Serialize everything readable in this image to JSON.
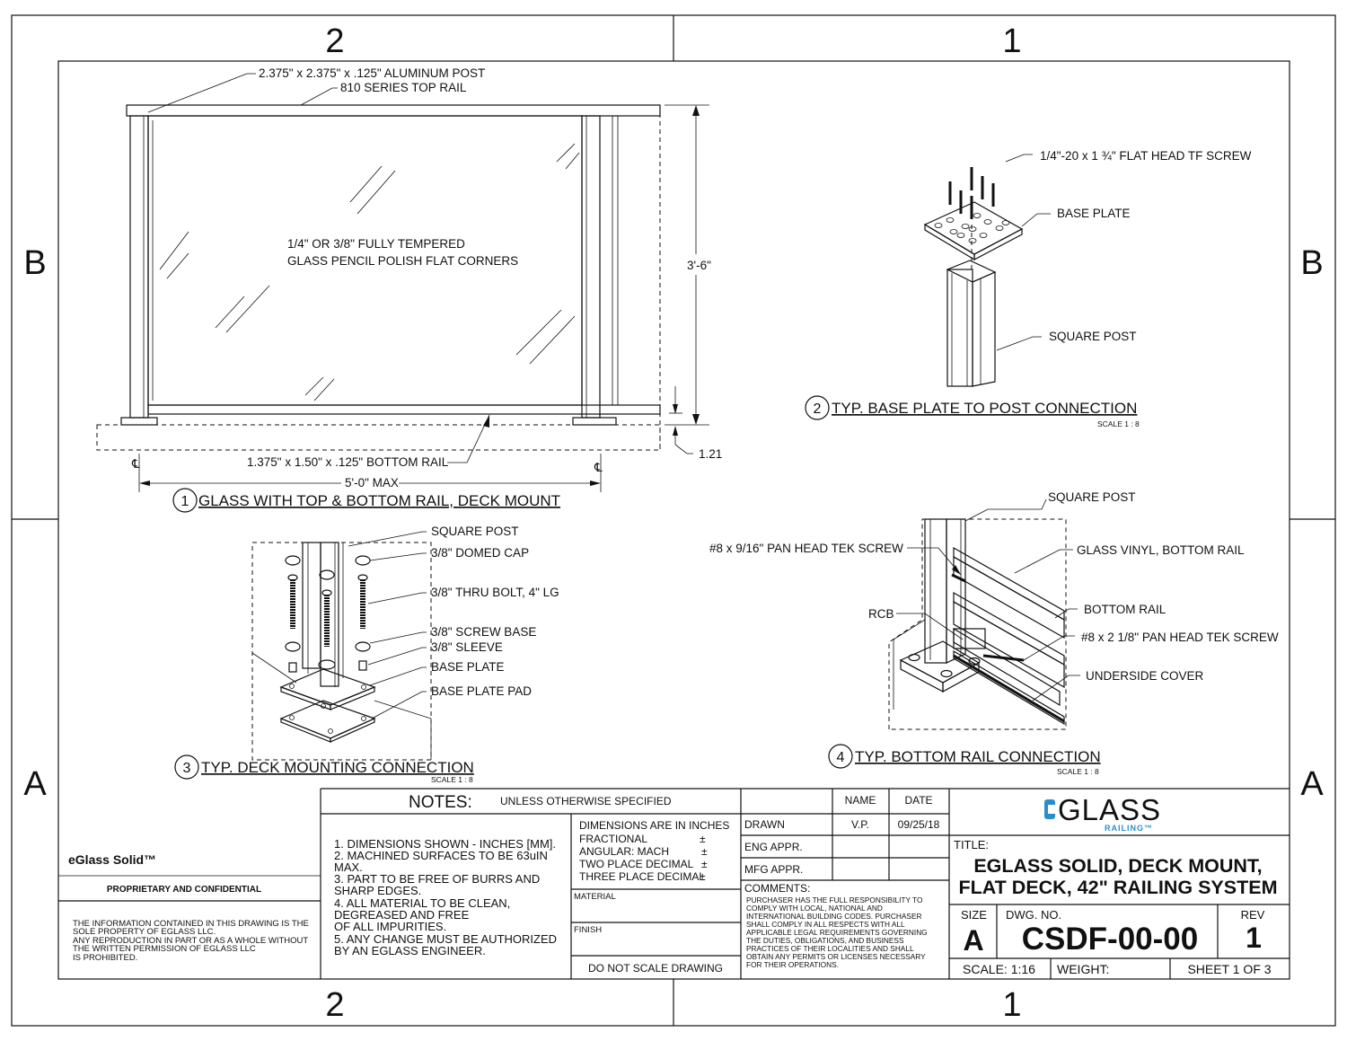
{
  "zones": {
    "col_left": "2",
    "col_right": "1",
    "row_top": "B",
    "row_bottom": "A"
  },
  "view1": {
    "post_callout": "2.375\" x 2.375\" x .125\" ALUMINUM POST",
    "top_rail_callout": "810 SERIES TOP RAIL",
    "glass_note_1": "1/4\" OR 3/8\" FULLY TEMPERED",
    "glass_note_2": "GLASS PENCIL POLISH FLAT CORNERS",
    "height_dim": "3'-6\"",
    "gap_dim": "1.21",
    "bottom_rail_callout": "1.375\" x 1.50\" x .125\" BOTTOM RAIL",
    "width_dim": "5'-0\" MAX",
    "cl_symbol": "℄",
    "number": "1",
    "title": "GLASS WITH TOP & BOTTOM RAIL, DECK MOUNT"
  },
  "view2": {
    "screw_callout": "1/4\"-20  x 1 ¾\" FLAT HEAD TF SCREW",
    "base_plate": "BASE PLATE",
    "square_post": "SQUARE POST",
    "number": "2",
    "title": "TYP. BASE PLATE TO POST CONNECTION",
    "scale": "SCALE 1 : 8"
  },
  "view3": {
    "labels": [
      "SQUARE POST",
      "3/8\" DOMED CAP",
      "3/8\" THRU BOLT, 4\" LG",
      "3/8\" SCREW BASE",
      "3/8\" SLEEVE",
      "BASE PLATE",
      "BASE PLATE PAD"
    ],
    "number": "3",
    "title": "TYP. DECK MOUNTING CONNECTION",
    "scale": "SCALE 1 : 8"
  },
  "view4": {
    "square_post": "SQUARE POST",
    "pan_screw": "#8 x 9/16\" PAN HEAD TEK SCREW",
    "glass_vinyl": "GLASS VINYL, BOTTOM RAIL",
    "rcb": "RCB",
    "bottom_rail": "BOTTOM RAIL",
    "pan_screw_2": "#8 x 2 1/8\" PAN HEAD TEK SCREW",
    "underside": "UNDERSIDE COVER",
    "number": "4",
    "title": "TYP. BOTTOM RAIL CONNECTION",
    "scale": "SCALE 1 : 8"
  },
  "title_block": {
    "product": "eGlass Solid™",
    "proprietary": "PROPRIETARY AND CONFIDENTIAL",
    "confidential_text": [
      "THE INFORMATION CONTAINED IN THIS DRAWING IS THE",
      "SOLE PROPERTY OF EGLASS LLC.",
      "ANY REPRODUCTION IN PART OR AS A WHOLE WITHOUT",
      "THE WRITTEN PERMISSION OF EGLASS LLC",
      "IS PROHIBITED."
    ],
    "notes_heading": "NOTES:",
    "notes_sub": "UNLESS OTHERWISE SPECIFIED",
    "notes": [
      "1. DIMENSIONS SHOWN - INCHES [MM].",
      "2. MACHINED SURFACES TO BE 63uIN",
      "MAX.",
      "3. PART TO BE FREE OF BURRS AND",
      "SHARP EDGES.",
      "4. ALL MATERIAL TO BE CLEAN,",
      "DEGREASED AND FREE",
      "OF ALL IMPURITIES.",
      "5. ANY CHANGE MUST BE AUTHORIZED",
      "BY AN EGLASS ENGINEER."
    ],
    "tolerances": [
      "DIMENSIONS ARE IN INCHES",
      "FRACTIONAL",
      "ANGULAR: MACH",
      "TWO PLACE DECIMAL",
      "THREE PLACE DECIMAL"
    ],
    "pm": "±",
    "material": "MATERIAL",
    "finish": "FINISH",
    "do_not_scale": "DO NOT SCALE DRAWING",
    "name_hdr": "NAME",
    "date_hdr": "DATE",
    "drawn": "DRAWN",
    "drawn_name": "V.P.",
    "drawn_date": "09/25/18",
    "eng_appr": "ENG APPR.",
    "mfg_appr": "MFG APPR.",
    "comments": "COMMENTS:",
    "comments_text": [
      "PURCHASER HAS THE FULL RESPONSIBILITY TO",
      "COMPLY WITH LOCAL, NATIONAL AND",
      "INTERNATIONAL BUILDING CODES. PURCHASER",
      "SHALL COMPLY IN ALL RESPECTS WITH ALL",
      "APPLICABLE LEGAL REQUIREMENTS GOVERNING",
      "THE DUTIES, OBLIGATIONS, AND BUSINESS",
      "PRACTICES OF THEIR LOCALITIES AND SHALL",
      "OBTAIN ANY PERMITS OR LICENSES NECESSARY",
      "FOR THEIR OPERATIONS."
    ],
    "logo_main": "GLASS",
    "logo_sub": "RAILING™",
    "logo_color": "#2a8fc9",
    "title_label": "TITLE:",
    "title_line1": "EGLASS SOLID, DECK MOUNT,",
    "title_line2": "FLAT DECK, 42\" RAILING SYSTEM",
    "size_label": "SIZE",
    "size": "A",
    "dwg_label": "DWG.  NO.",
    "dwg_no": "CSDF-00-00",
    "rev_label": "REV",
    "rev": "1",
    "scale": "SCALE: 1:16",
    "weight": "WEIGHT:",
    "sheet": "SHEET 1 OF 3"
  }
}
